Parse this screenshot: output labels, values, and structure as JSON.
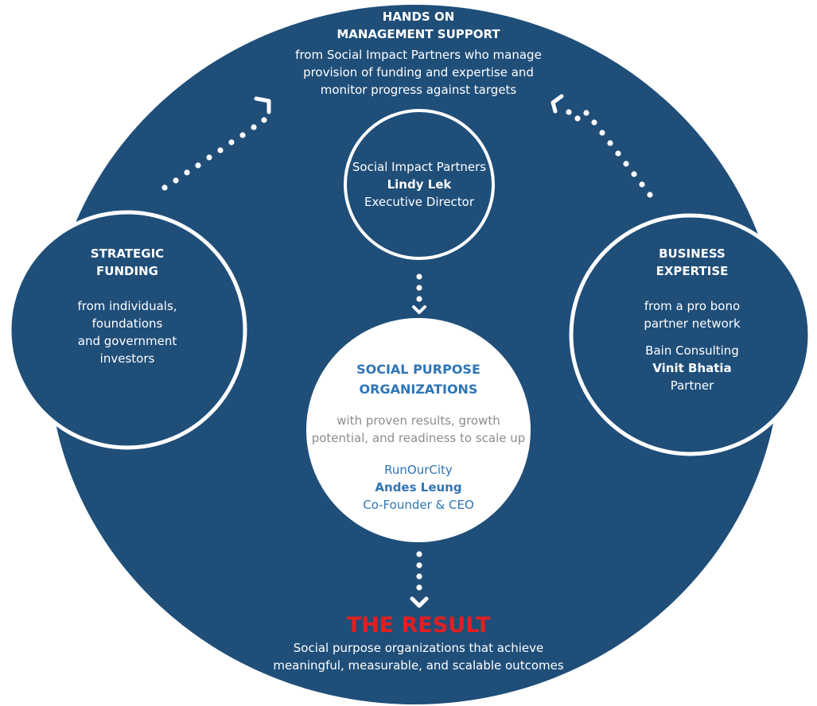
{
  "top": {
    "heading_line1": "HANDS ON",
    "heading_line2": "MANAGEMENT SUPPORT",
    "desc_line1": "from Social  Impact Partners who manage",
    "desc_line2": "provision of funding and expertise and",
    "desc_line3": "monitor progress against targets"
  },
  "partner": {
    "org": "Social Impact Partners",
    "name": "Lindy Lek",
    "role": "Executive Director"
  },
  "left": {
    "heading_line1": "STRATEGIC",
    "heading_line2": "FUNDING",
    "desc_line1": "from individuals,",
    "desc_line2": "foundations",
    "desc_line3": "and government",
    "desc_line4": "investors"
  },
  "right": {
    "heading_line1": "BUSINESS",
    "heading_line2": "EXPERTISE",
    "desc_line1": "from a pro bono",
    "desc_line2": "partner network",
    "org": "Bain Consulting",
    "name": "Vinit Bhatia",
    "role": "Partner"
  },
  "center": {
    "heading_line1": "SOCIAL PURPOSE",
    "heading_line2": "ORGANIZATIONS",
    "desc_line1": "with proven results, growth",
    "desc_line2": "potential, and readiness to scale up",
    "org": "RunOurCity",
    "name": "Andes Leung",
    "role": "Co-Founder & CEO"
  },
  "result": {
    "title": "THE RESULT",
    "desc_line1": "Social purpose organizations that achieve",
    "desc_line2": "meaningful, measurable, and scalable outcomes"
  },
  "colors": {
    "navy": "#1F4E79",
    "white": "#FFFFFF",
    "accent_blue": "#2E75B6",
    "result_red": "#E02020",
    "muted_gray": "#8C8C8C"
  }
}
